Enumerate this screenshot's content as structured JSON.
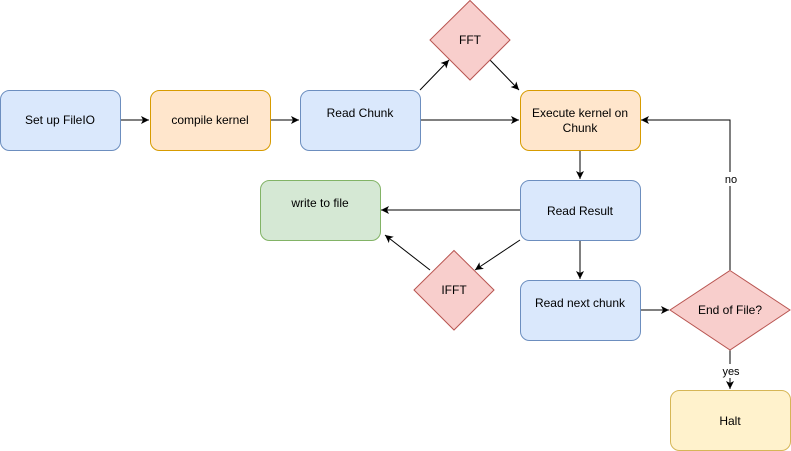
{
  "colors": {
    "blue_fill": "#dae8fc",
    "blue_stroke": "#6c8ebf",
    "orange_fill": "#ffe6cc",
    "orange_stroke": "#d79b00",
    "green_fill": "#d5e8d4",
    "green_stroke": "#82b366",
    "red_fill": "#f8cecc",
    "red_stroke": "#b85450",
    "yellow_fill": "#fff2cc",
    "yellow_stroke": "#d6b656",
    "edge": "#000000"
  },
  "nodes": {
    "setup": "Set up FileIO",
    "compile": "compile kernel",
    "read_chunk": "Read Chunk",
    "fft": "FFT",
    "execute": [
      "Execute kernel on",
      "Chunk"
    ],
    "read_result": "Read Result",
    "write": "write to file",
    "ifft": "IFFT",
    "read_next": "Read next chunk",
    "eof": "End of File?",
    "halt": "Halt"
  },
  "edges": {
    "no": "no",
    "yes": "yes"
  }
}
